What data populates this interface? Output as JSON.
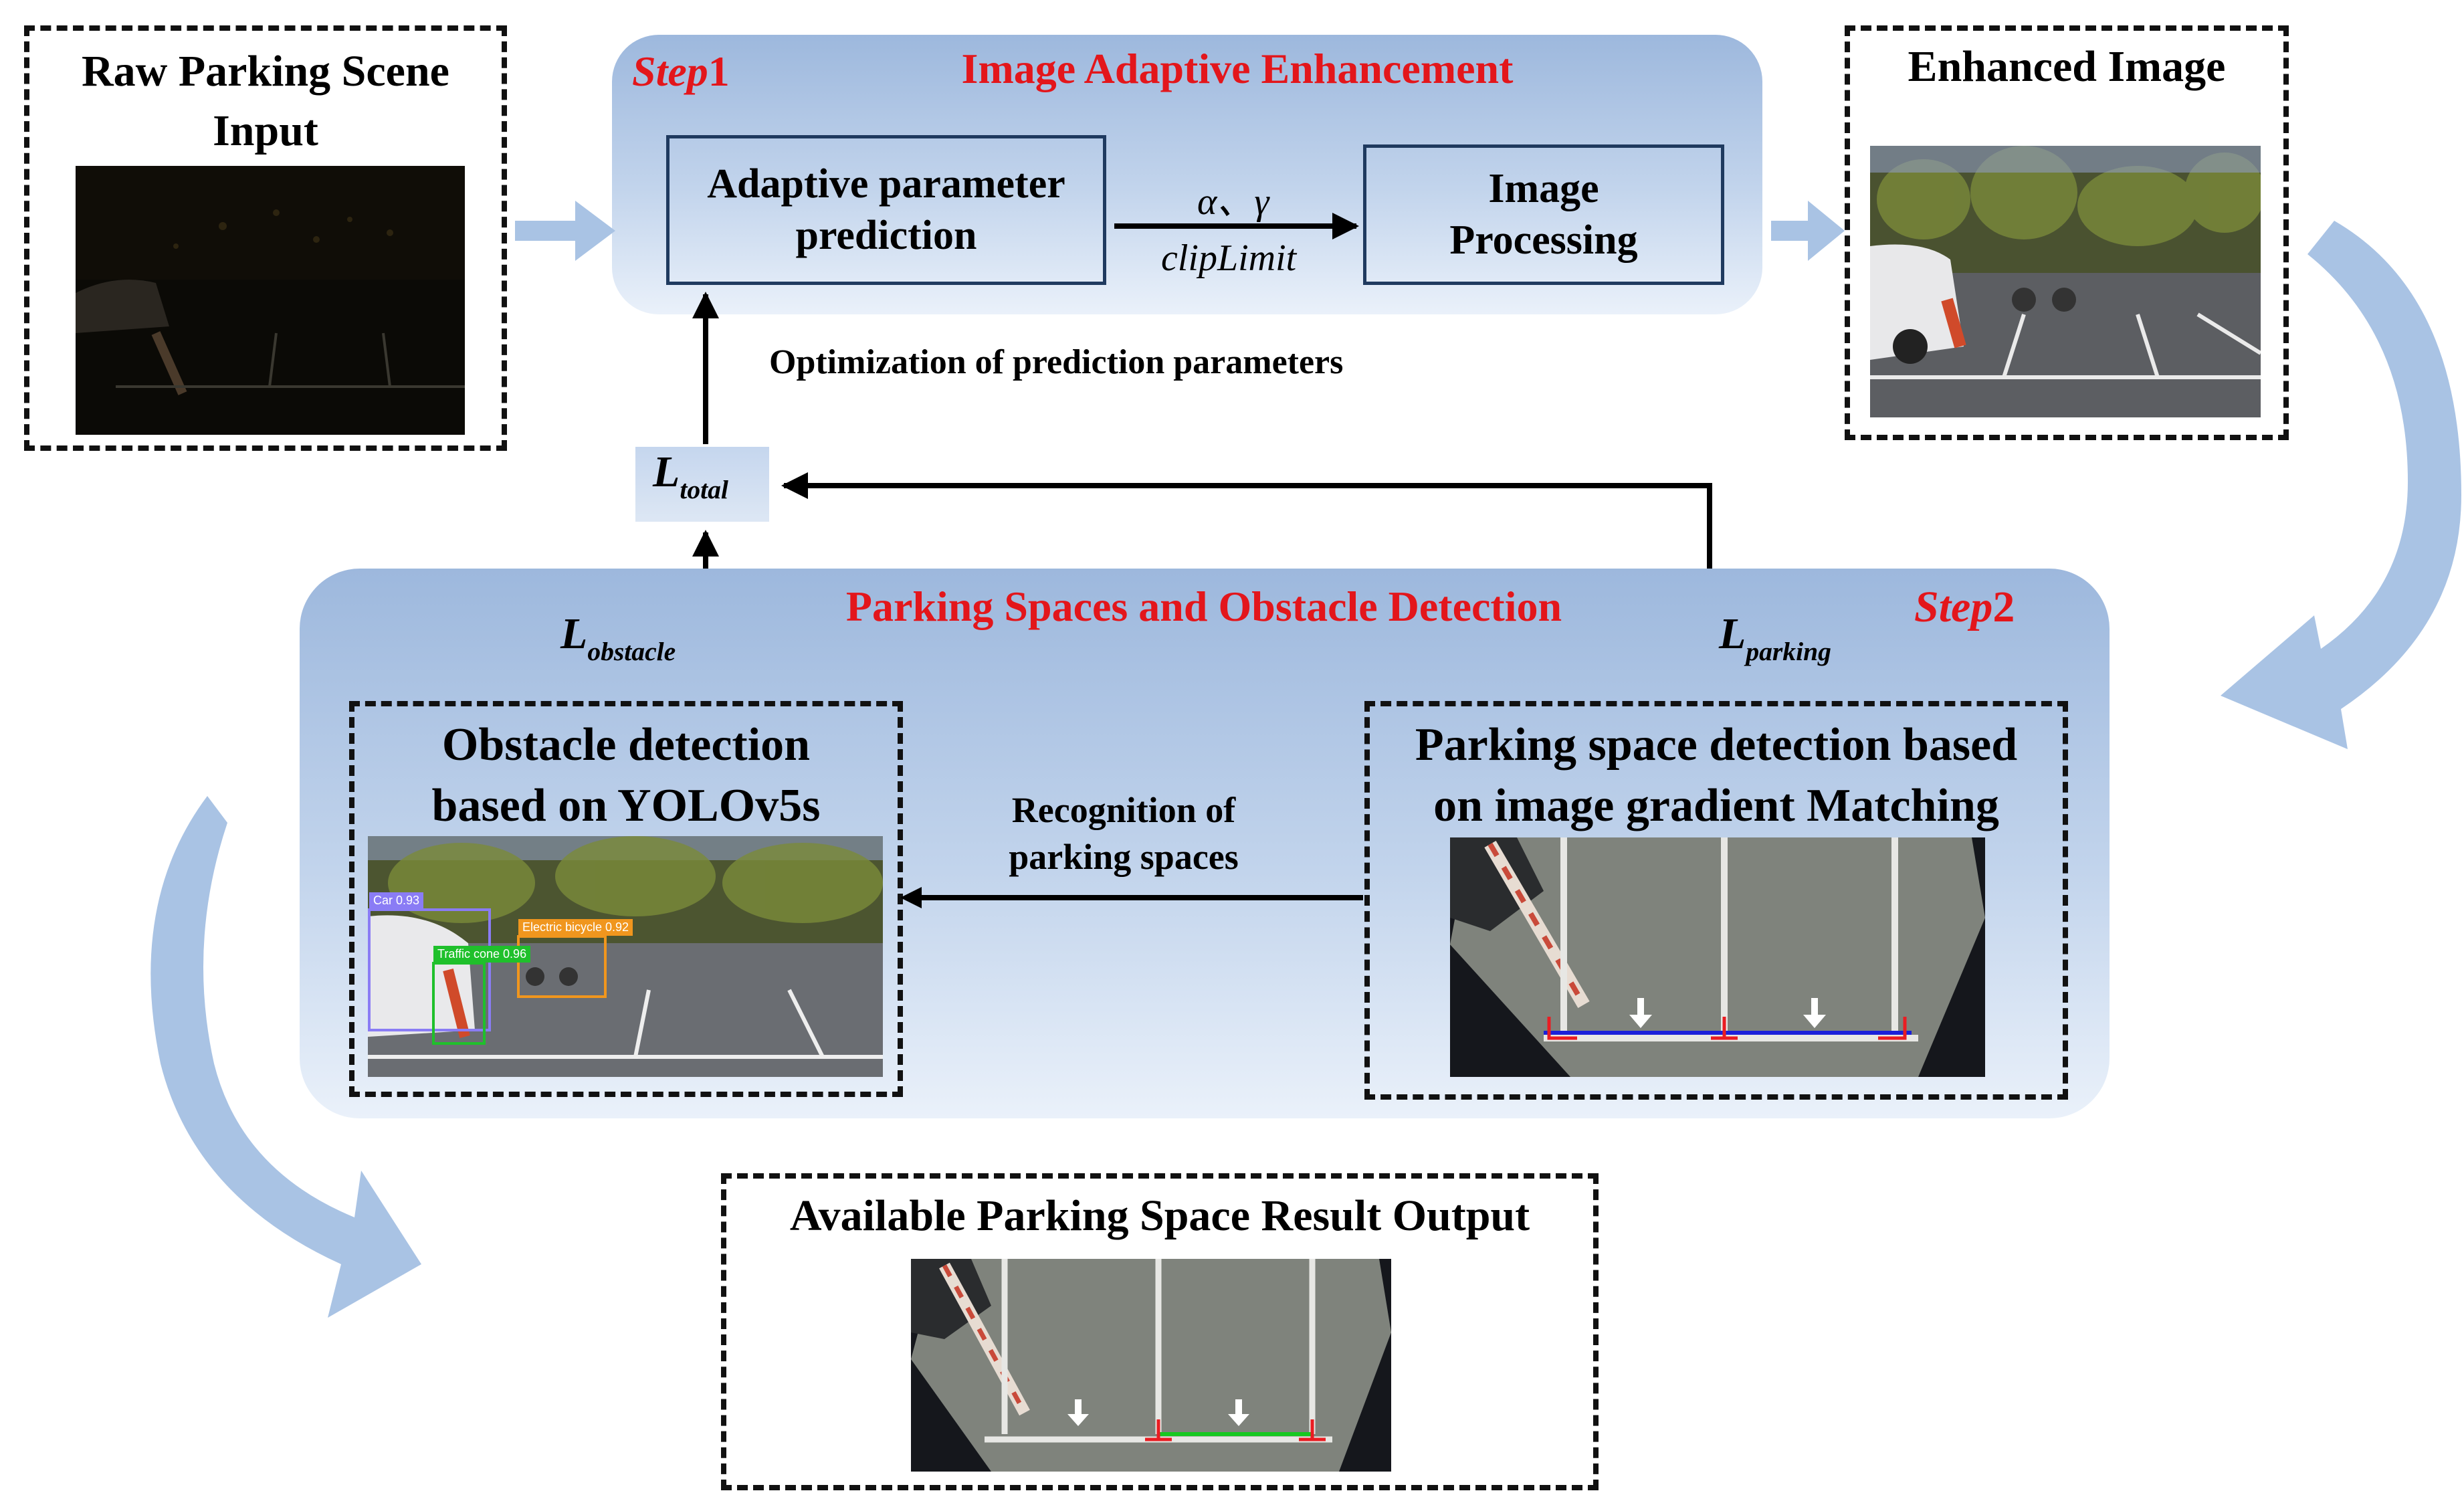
{
  "input": {
    "title_line1": "Raw Parking Scene",
    "title_line2": "Input"
  },
  "step1": {
    "step_word": "Step",
    "step_num": "1",
    "title": "Image Adaptive Enhancement",
    "box_left_line1": "Adaptive parameter",
    "box_left_line2": "prediction",
    "box_right_line1": "Image",
    "box_right_line2": "Processing",
    "arrow_top": "α、γ",
    "arrow_bottom": "clipLimit"
  },
  "enhanced": {
    "title": "Enhanced Image"
  },
  "optimization_label": "Optimization of prediction parameters",
  "loss": {
    "total_L": "L",
    "total_sub": "total",
    "obstacle_L": "L",
    "obstacle_sub": "obstacle",
    "parking_L": "L",
    "parking_sub": "parking"
  },
  "step2": {
    "step_word": "Step",
    "step_num": "2",
    "title": "Parking Spaces and Obstacle Detection",
    "obstacle_line1": "Obstacle detection",
    "obstacle_line2": "based on YOLOv5s",
    "parking_line1": "Parking space detection based",
    "parking_line2": "on image gradient Matching",
    "recog_line1": "Recognition of",
    "recog_line2": "parking spaces"
  },
  "detections": [
    {
      "label": "Car  0.93",
      "color": "#8a7cf5"
    },
    {
      "label": "Electric bicycle 0.92",
      "color": "#f0961e"
    },
    {
      "label": "Traffic cone 0.96",
      "color": "#1fc02b"
    }
  ],
  "output": {
    "title": "Available Parking Space Result Output"
  },
  "colors": {
    "red_text": "#e3161b",
    "panel": "#b4c9e7",
    "arrow": "#a9c3e4"
  }
}
